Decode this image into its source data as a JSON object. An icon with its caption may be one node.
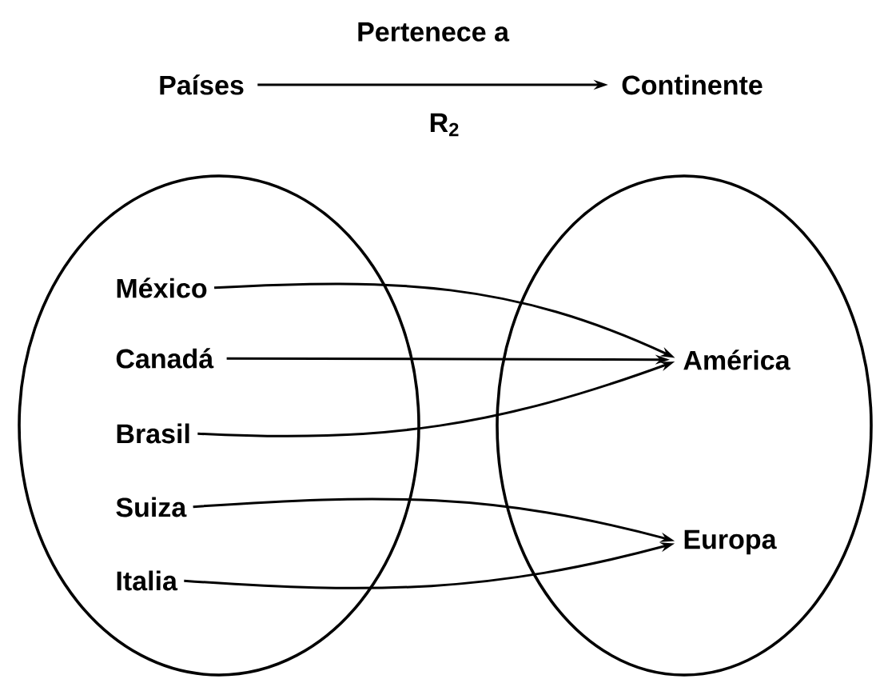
{
  "diagram": {
    "nodes": [
      {
        "text": [
          "Países"
        ]
      },
      {
        "text": [
          "Continente"
        ]
      },
      {
        "text": [],
        "shape": "ellipse"
      },
      {
        "text": [
          "México"
        ],
        "in": 2
      },
      {
        "text": [
          "Canadá"
        ],
        "in": 2
      },
      {
        "text": [
          "Brasil"
        ],
        "in": 2
      },
      {
        "text": [
          "Suiza"
        ],
        "in": 2
      },
      {
        "text": [
          "Italia"
        ],
        "in": 2
      },
      {
        "text": [],
        "shape": "ellipse"
      },
      {
        "text": [
          "América"
        ],
        "in": 8
      },
      {
        "text": [
          "Europa"
        ],
        "in": 8
      }
    ],
    "edges": [
      {
        "from": 0,
        "to": 1,
        "arrow": "to",
        "label": "Pertenece a"
      },
      {
        "from": 3,
        "to": 9,
        "arrow": "to"
      },
      {
        "from": 4,
        "to": 9,
        "arrow": "to"
      },
      {
        "from": 5,
        "to": 9,
        "arrow": "to"
      },
      {
        "from": 6,
        "to": 10,
        "arrow": "to"
      },
      {
        "from": 7,
        "to": 10,
        "arrow": "to"
      }
    ],
    "labels": [
      "R$_{2}$"
    ]
  }
}
